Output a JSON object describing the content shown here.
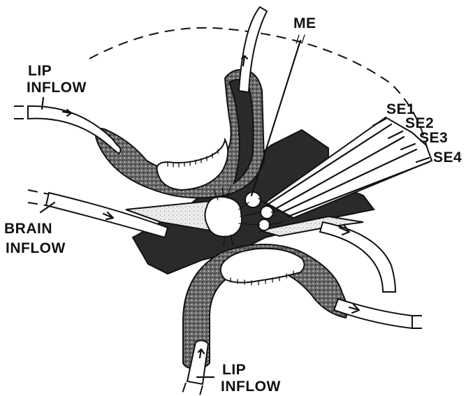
{
  "labels": {
    "me": "ME",
    "se1": "SE1",
    "se2": "SE2",
    "se3": "SE3",
    "se4": "SE4",
    "lip_inflow_top_line1": "LIP",
    "lip_inflow_top_line2": "INFLOW",
    "brain_inflow_line1": "BRAIN",
    "brain_inflow_line2": "INFLOW",
    "lip_inflow_bottom_line1": "LIP",
    "lip_inflow_bottom_line2": "INFLOW"
  },
  "colors": {
    "ink": "#111111",
    "dark_tissue": "#2a2a2a",
    "background": "#ffffff"
  }
}
